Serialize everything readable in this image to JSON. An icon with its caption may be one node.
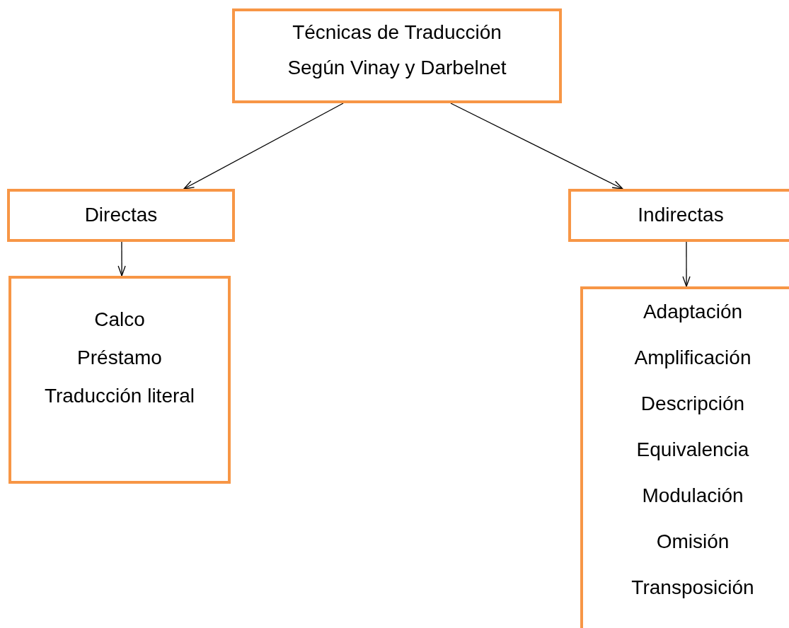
{
  "diagram": {
    "nodes": [
      {
        "text": [
          "Técnicas de Traducción",
          "Según Vinay y Darbelnet"
        ]
      },
      {
        "text": [
          "Directas"
        ]
      },
      {
        "text": [
          "Indirectas"
        ]
      },
      {
        "text": [
          "Calco",
          "Préstamo",
          "Traducción literal"
        ]
      },
      {
        "text": [
          "Adaptación",
          "Amplificación",
          "Descripción",
          "Equivalencia",
          "Modulación",
          "Omisión",
          "Transposición"
        ]
      }
    ],
    "edges": [
      {
        "from": 0,
        "to": 1,
        "arrow": "to"
      },
      {
        "from": 0,
        "to": 2,
        "arrow": "to"
      },
      {
        "from": 1,
        "to": 3,
        "arrow": "to"
      },
      {
        "from": 2,
        "to": 4,
        "arrow": "to"
      }
    ]
  }
}
